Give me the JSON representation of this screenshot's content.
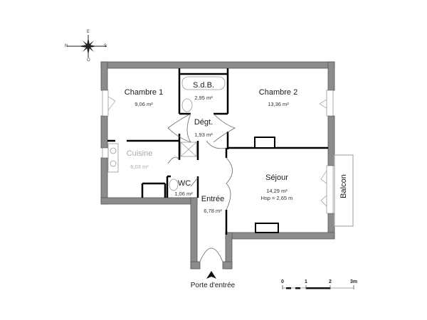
{
  "rooms": [
    {
      "id": "chambre1",
      "name": "Chambre 1",
      "area": "9,06 m²"
    },
    {
      "id": "sdb",
      "name": "S.d.B.",
      "area": "2,95 m²"
    },
    {
      "id": "chambre2",
      "name": "Chambre 2",
      "area": "13,36 m²"
    },
    {
      "id": "degt",
      "name": "Dégt.",
      "area": "1,93 m²"
    },
    {
      "id": "cuisine",
      "name": "Cuisine",
      "area": "6,03 m²"
    },
    {
      "id": "wc",
      "name": "WC",
      "area": "1,06 m²"
    },
    {
      "id": "entree",
      "name": "Entrée",
      "area": "6,78 m²"
    },
    {
      "id": "sejour",
      "name": "Séjour",
      "area": "14,29 m²",
      "height": "Hsp = 2,65 m"
    },
    {
      "id": "balcon",
      "name": "Balcon"
    }
  ],
  "entrance": {
    "label": "Porte d'entrée"
  },
  "scale_bar": {
    "ticks": [
      "0",
      "1",
      "2",
      "3m"
    ]
  },
  "compass": {
    "n": "N",
    "e": "E",
    "s": "S",
    "o": "O"
  },
  "colors": {
    "wall": "#8c8c8c",
    "wall_outline": "#555555",
    "partition": "#000000",
    "fixture": "#9a9a9a"
  }
}
